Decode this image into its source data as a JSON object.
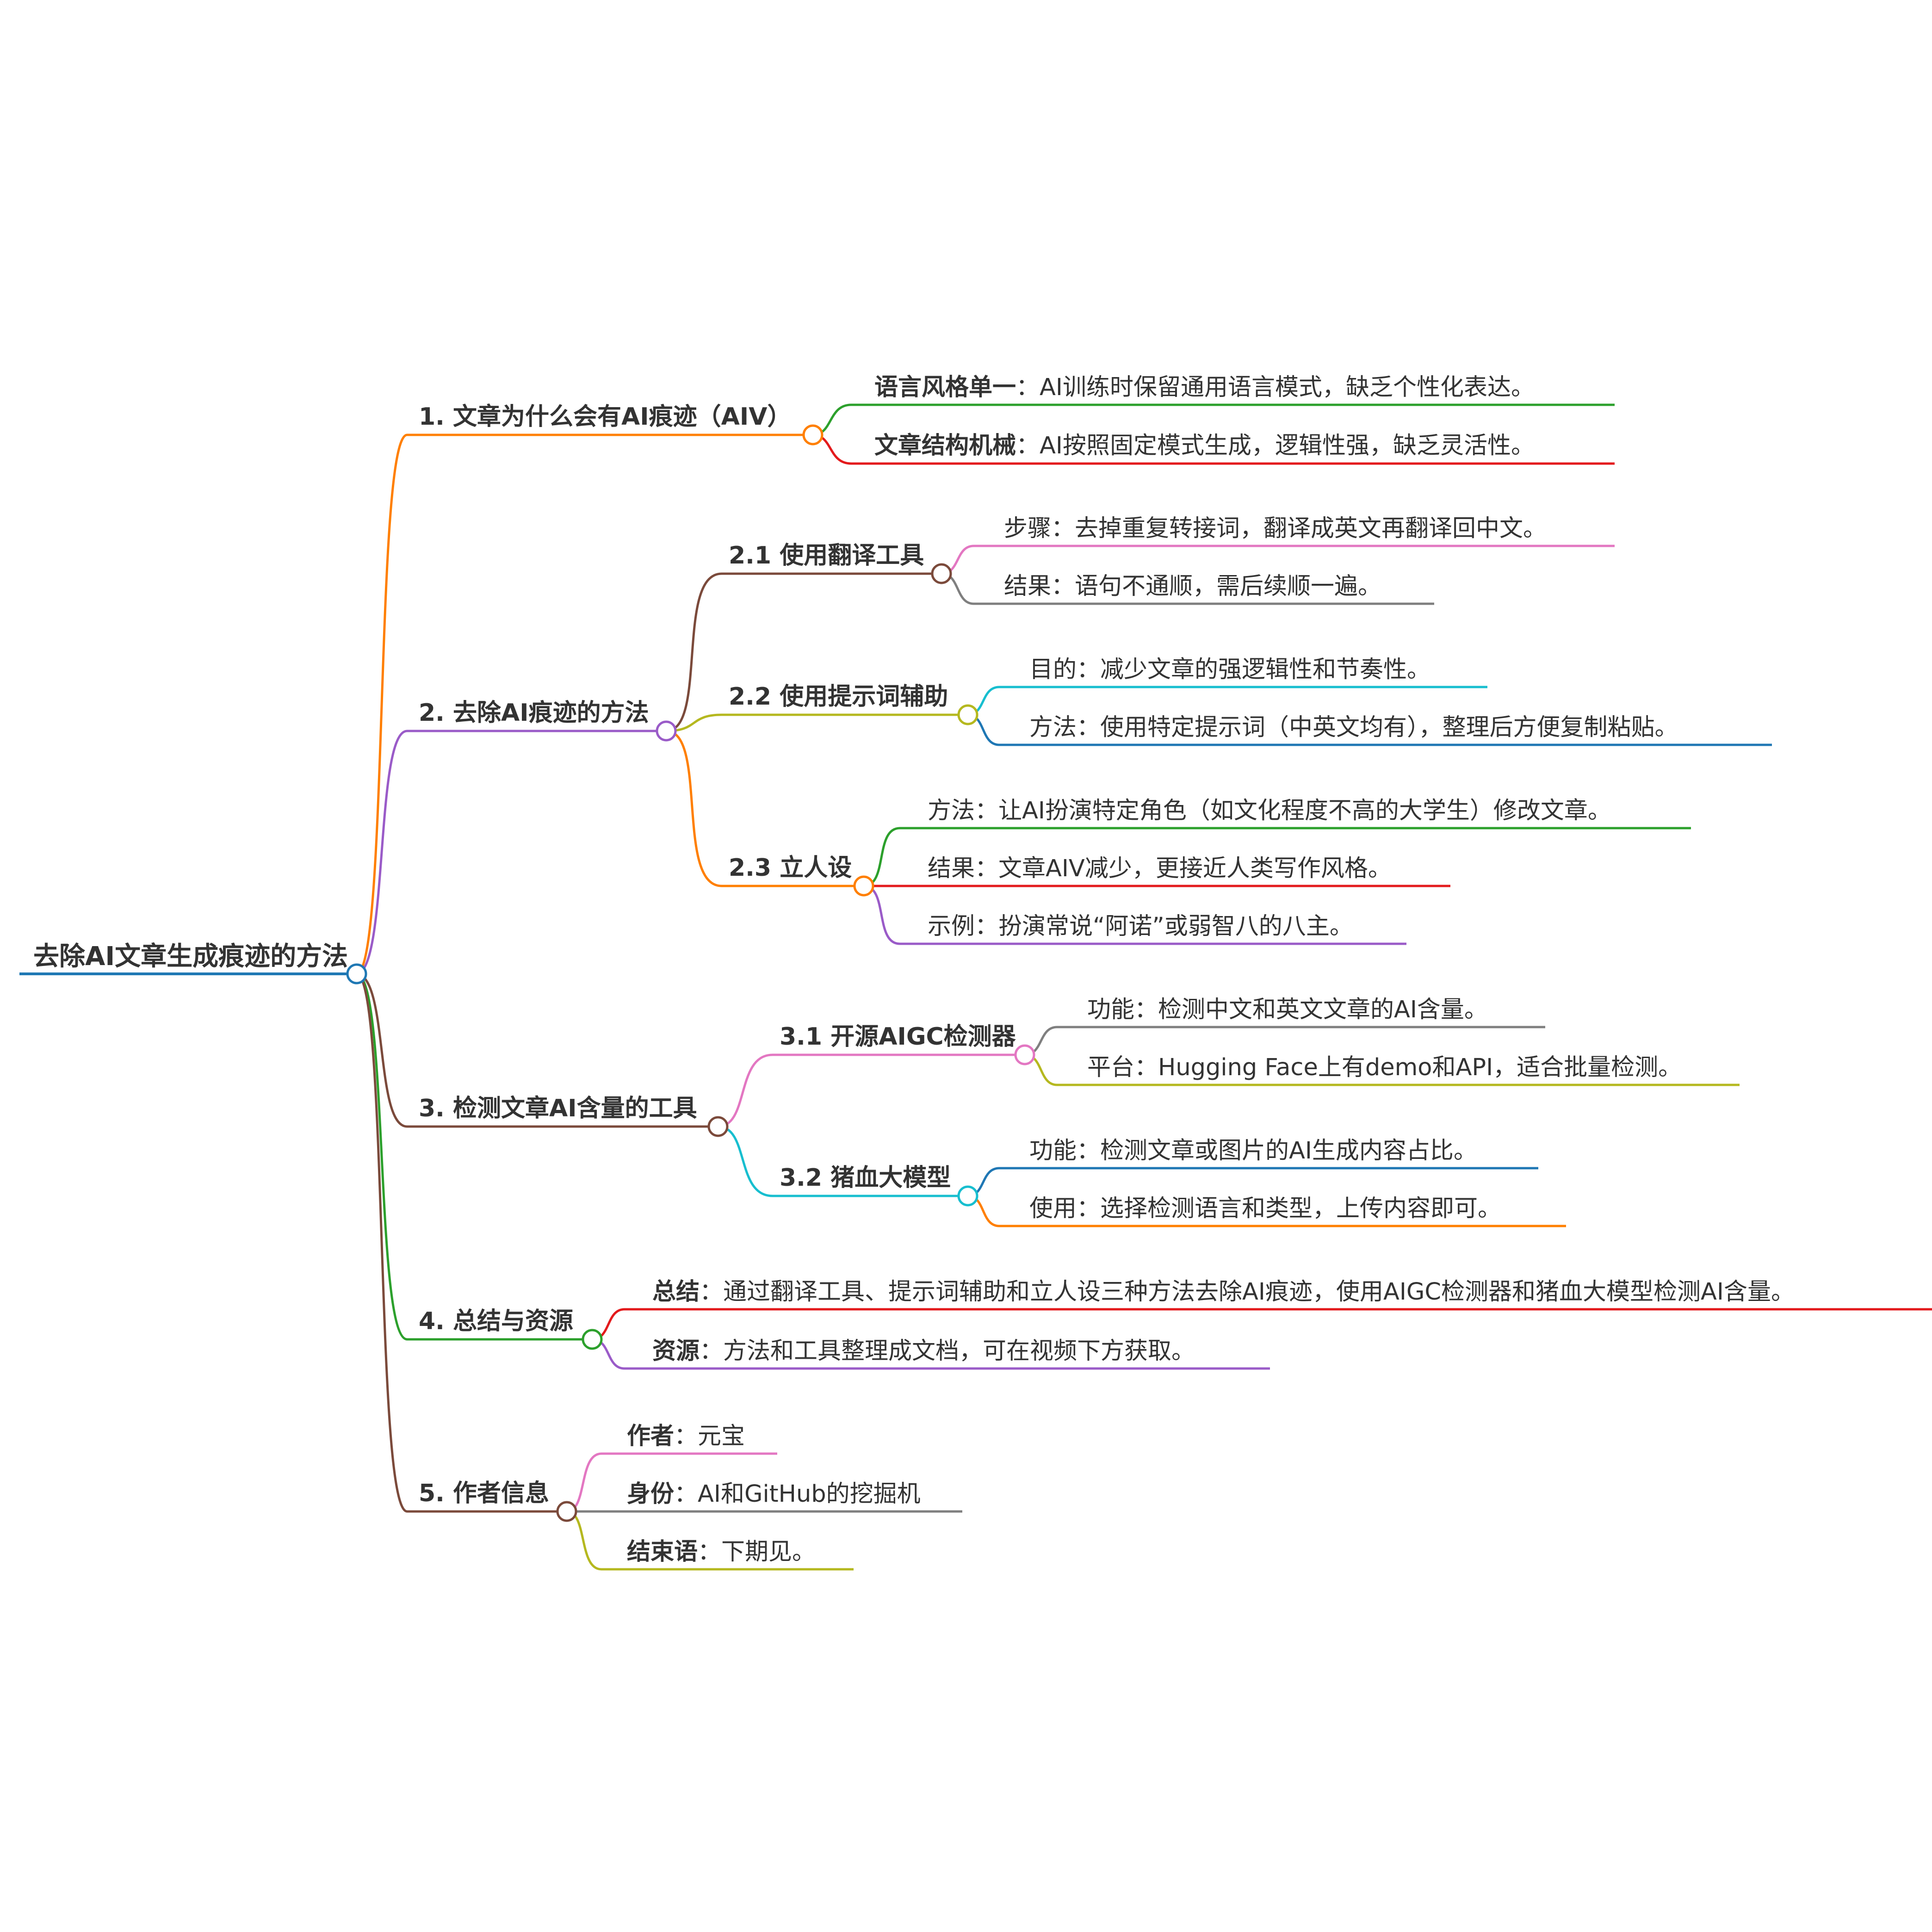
{
  "root": {
    "label": "去除AI文章生成痕迹的方法"
  },
  "n1": {
    "label": "1. 文章为什么会有AI痕迹（AIV）",
    "c1": {
      "key": "语言风格单一",
      "text": "：AI训练时保留通用语言模式，缺乏个性化表达。"
    },
    "c2": {
      "key": "文章结构机械",
      "text": "：AI按照固定模式生成，逻辑性强，缺乏灵活性。"
    }
  },
  "n2": {
    "label": "2. 去除AI痕迹的方法",
    "s1": {
      "label": "2.1 使用翻译工具",
      "c1": "步骤：去掉重复转接词，翻译成英文再翻译回中文。",
      "c2": "结果：语句不通顺，需后续顺一遍。"
    },
    "s2": {
      "label": "2.2 使用提示词辅助",
      "c1": "目的：减少文章的强逻辑性和节奏性。",
      "c2": "方法：使用特定提示词（中英文均有），整理后方便复制粘贴。"
    },
    "s3": {
      "label": "2.3 立人设",
      "c1": "方法：让AI扮演特定角色（如文化程度不高的大学生）修改文章。",
      "c2": "结果：文章AIV减少，更接近人类写作风格。",
      "c3": "示例：扮演常说“阿诺”或弱智八的八主。"
    }
  },
  "n3": {
    "label": "3. 检测文章AI含量的工具",
    "s1": {
      "label": "3.1 开源AIGC检测器",
      "c1": "功能：检测中文和英文文章的AI含量。",
      "c2": "平台：Hugging Face上有demo和API，适合批量检测。"
    },
    "s2": {
      "label": "3.2 猪血大模型",
      "c1": "功能：检测文章或图片的AI生成内容占比。",
      "c2": "使用：选择检测语言和类型，上传内容即可。"
    }
  },
  "n4": {
    "label": "4. 总结与资源",
    "c1": {
      "key": "总结",
      "text": "：通过翻译工具、提示词辅助和立人设三种方法去除AI痕迹，使用AIGC检测器和猪血大模型检测AI含量。"
    },
    "c2": {
      "key": "资源",
      "text": "：方法和工具整理成文档，可在视频下方获取。"
    }
  },
  "n5": {
    "label": "5. 作者信息",
    "c1": {
      "key": "作者",
      "text": "：元宝"
    },
    "c2": {
      "key": "身份",
      "text": "：AI和GitHub的挖掘机"
    },
    "c3": {
      "key": "结束语",
      "text": "：下期见。"
    }
  },
  "colors": {
    "root": "#1f78b4",
    "orange": "#ff7f00",
    "purple": "#9a5bc8",
    "brown": "#7b4a3b",
    "green": "#2ca02c",
    "red": "#e31a1c",
    "pink": "#e377c2",
    "gray": "#7f7f7f",
    "olive": "#b5b81f",
    "cyan": "#17becf",
    "blue": "#1f77b4"
  }
}
